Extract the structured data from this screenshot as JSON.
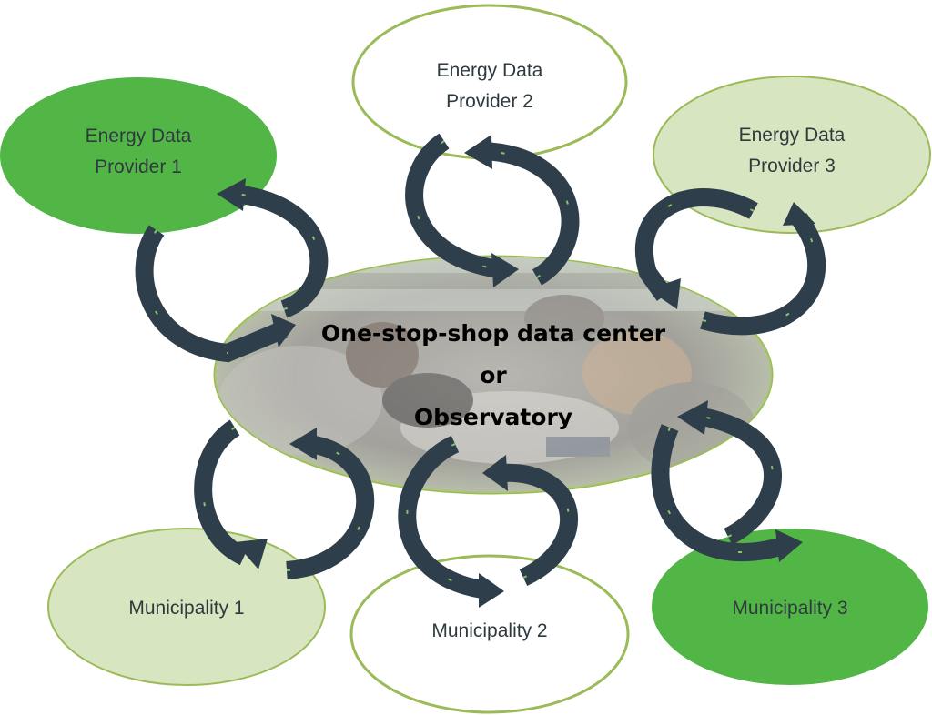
{
  "center": {
    "line1": "One-stop-shop data center",
    "line2": "or",
    "line3": "Observatory"
  },
  "nodes": {
    "provider1": {
      "line1": "Energy Data",
      "line2": "Provider 1",
      "fill": "#52b646"
    },
    "provider2": {
      "line1": "Energy Data",
      "line2": "Provider 2",
      "fill": "#ffffff"
    },
    "provider3": {
      "line1": "Energy Data",
      "line2": "Provider 3",
      "fill": "#d7e6c0"
    },
    "municipality1": {
      "label": "Municipality 1",
      "fill": "#d7e6c0"
    },
    "municipality2": {
      "label": "Municipality 2",
      "fill": "#ffffff"
    },
    "municipality3": {
      "label": "Municipality 3",
      "fill": "#52b646"
    }
  },
  "colors": {
    "outline": "#9bbb59",
    "arrow": "#2e3e4a",
    "center_fill": "#8e8e8a"
  }
}
